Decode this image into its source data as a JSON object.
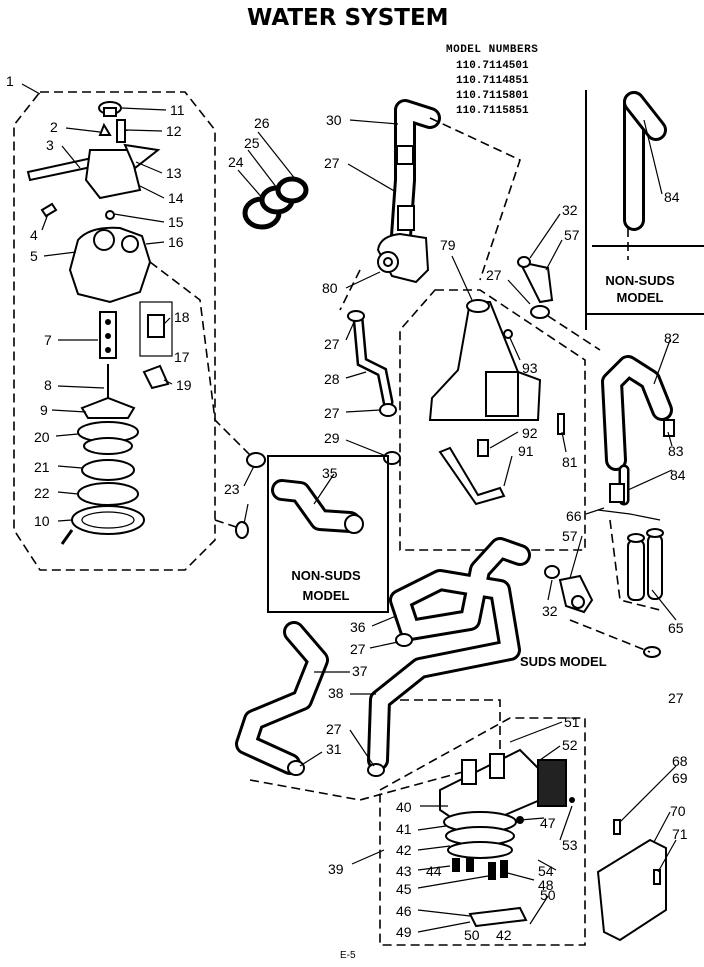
{
  "title": "WATER SYSTEM",
  "model_numbers": {
    "heading": "MODEL NUMBERS",
    "items": [
      "110.7114501",
      "110.7114851",
      "110.7115801",
      "110.7115851"
    ]
  },
  "section_labels": {
    "non_suds_top": [
      "NON-SUDS",
      "MODEL"
    ],
    "non_suds_mid": [
      "NON-SUDS",
      "MODEL"
    ],
    "suds_model": "SUDS MODEL"
  },
  "footer": "E-5",
  "callouts": [
    {
      "text": "1"
    },
    {
      "text": "2"
    },
    {
      "text": "3"
    },
    {
      "text": "4"
    },
    {
      "text": "5"
    },
    {
      "text": "7"
    },
    {
      "text": "8"
    },
    {
      "text": "9"
    },
    {
      "text": "20"
    },
    {
      "text": "21"
    },
    {
      "text": "22"
    },
    {
      "text": "10"
    },
    {
      "text": "11"
    },
    {
      "text": "12"
    },
    {
      "text": "13"
    },
    {
      "text": "14"
    },
    {
      "text": "15"
    },
    {
      "text": "16"
    },
    {
      "text": "18"
    },
    {
      "text": "17"
    },
    {
      "text": "19"
    },
    {
      "text": "26"
    },
    {
      "text": "25"
    },
    {
      "text": "24"
    },
    {
      "text": "30"
    },
    {
      "text": "27"
    },
    {
      "text": "80"
    },
    {
      "text": "32"
    },
    {
      "text": "57"
    },
    {
      "text": "27"
    },
    {
      "text": "79"
    },
    {
      "text": "84"
    },
    {
      "text": "27"
    },
    {
      "text": "28"
    },
    {
      "text": "27"
    },
    {
      "text": "29"
    },
    {
      "text": "93"
    },
    {
      "text": "92"
    },
    {
      "text": "91"
    },
    {
      "text": "81"
    },
    {
      "text": "82"
    },
    {
      "text": "83"
    },
    {
      "text": "84"
    },
    {
      "text": "23"
    },
    {
      "text": "35"
    },
    {
      "text": "66"
    },
    {
      "text": "57"
    },
    {
      "text": "32"
    },
    {
      "text": "65"
    },
    {
      "text": "36"
    },
    {
      "text": "27"
    },
    {
      "text": "37"
    },
    {
      "text": "38"
    },
    {
      "text": "27"
    },
    {
      "text": "27"
    },
    {
      "text": "31"
    },
    {
      "text": "51"
    },
    {
      "text": "52"
    },
    {
      "text": "40"
    },
    {
      "text": "41"
    },
    {
      "text": "42"
    },
    {
      "text": "47"
    },
    {
      "text": "53"
    },
    {
      "text": "39"
    },
    {
      "text": "43"
    },
    {
      "text": "44"
    },
    {
      "text": "45"
    },
    {
      "text": "48"
    },
    {
      "text": "54"
    },
    {
      "text": "46"
    },
    {
      "text": "50"
    },
    {
      "text": "49"
    },
    {
      "text": "50"
    },
    {
      "text": "42"
    },
    {
      "text": "68"
    },
    {
      "text": "69"
    },
    {
      "text": "70"
    },
    {
      "text": "71"
    }
  ]
}
